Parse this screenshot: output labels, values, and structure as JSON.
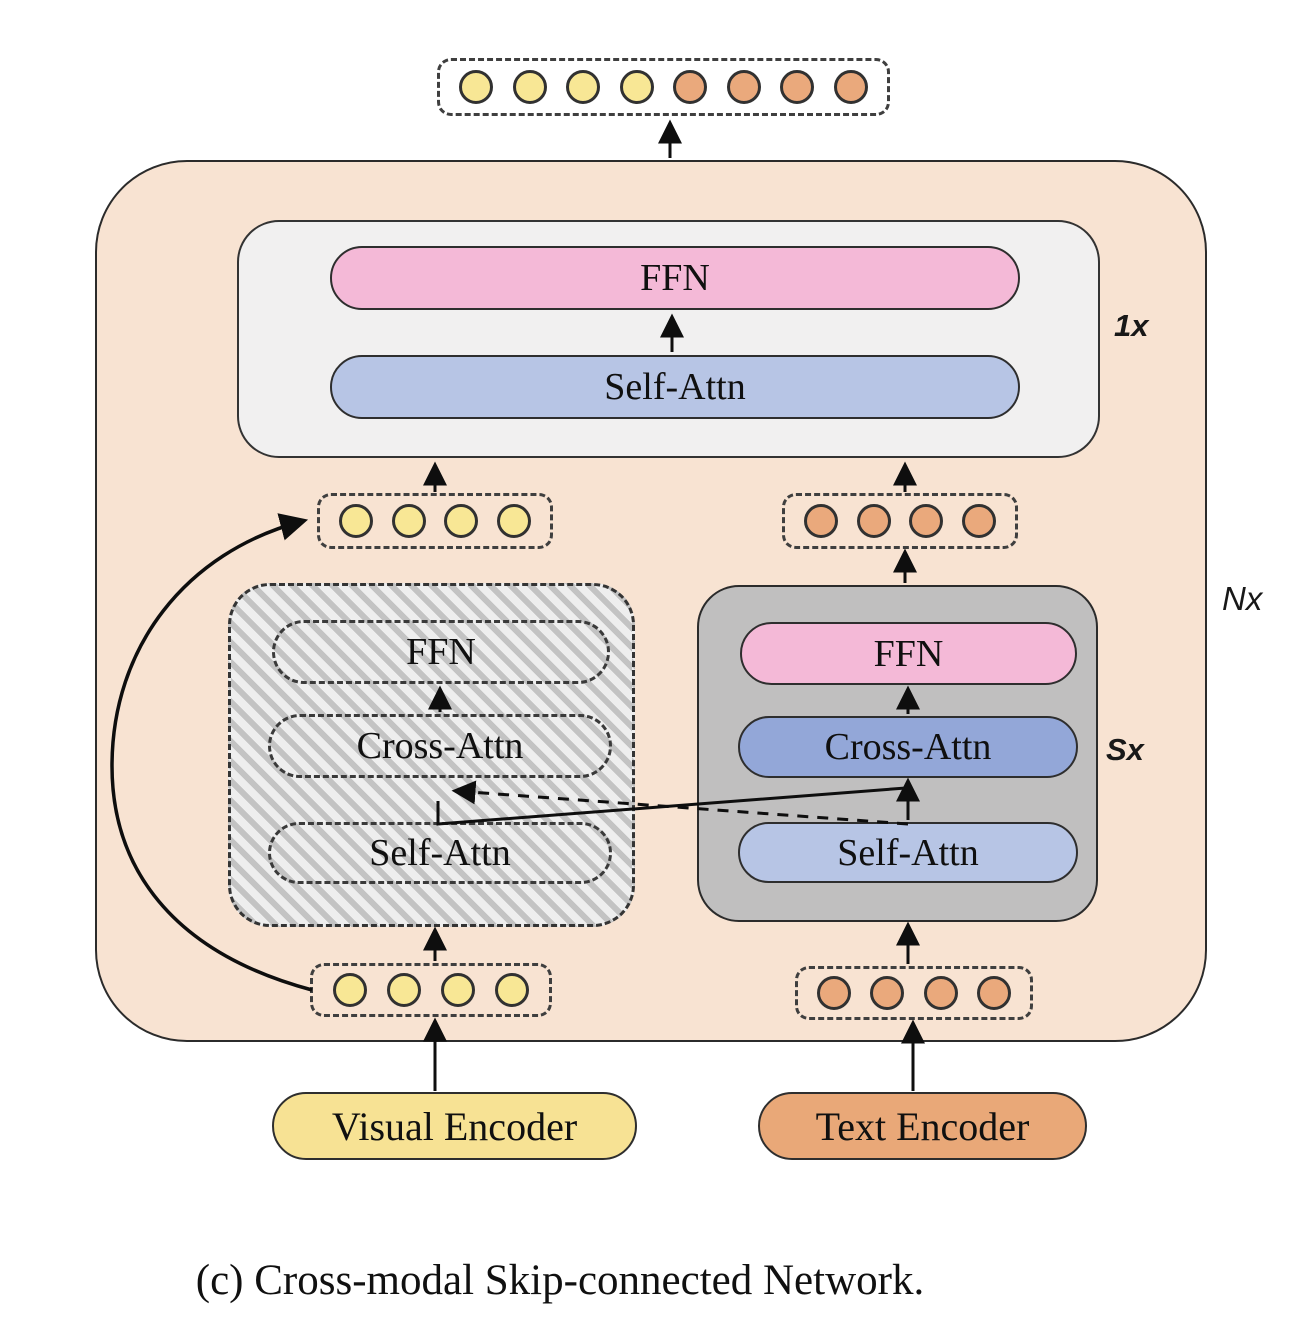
{
  "figure": {
    "caption": "(c) Cross-modal Skip-connected Network.",
    "repeat_labels": {
      "top": "1x",
      "outer": "Nx",
      "text_branch": "Sx"
    },
    "fusion_block": {
      "ffn": "FFN",
      "self_attn": "Self-Attn"
    },
    "visual_branch": {
      "ffn": "FFN",
      "cross_attn": "Cross-Attn",
      "self_attn": "Self-Attn"
    },
    "text_branch": {
      "ffn": "FFN",
      "cross_attn": "Cross-Attn",
      "self_attn": "Self-Attn"
    },
    "visual_encoder_label": "Visual Encoder",
    "text_encoder_label": "Text Encoder",
    "tokens": {
      "output_row": {
        "yellow_count": 4,
        "orange_count": 4
      },
      "visual_mid_row": {
        "yellow_count": 4
      },
      "text_mid_row": {
        "orange_count": 4
      },
      "visual_input_row": {
        "yellow_count": 4
      },
      "text_input_row": {
        "orange_count": 4
      }
    },
    "colors": {
      "container_bg": "#f8e3d2",
      "fusion_block_bg": "#f1f0f0",
      "ffn_pink": "#f4b9d7",
      "self_attn_blue": "#b7c5e5",
      "cross_attn_blue": "#93a7d8",
      "text_branch_bg": "#c0bfbf",
      "token_yellow": "#f8e795",
      "token_orange": "#eaa97c",
      "visual_encoder_bg": "#f7e294",
      "text_encoder_bg": "#e9a878"
    }
  }
}
